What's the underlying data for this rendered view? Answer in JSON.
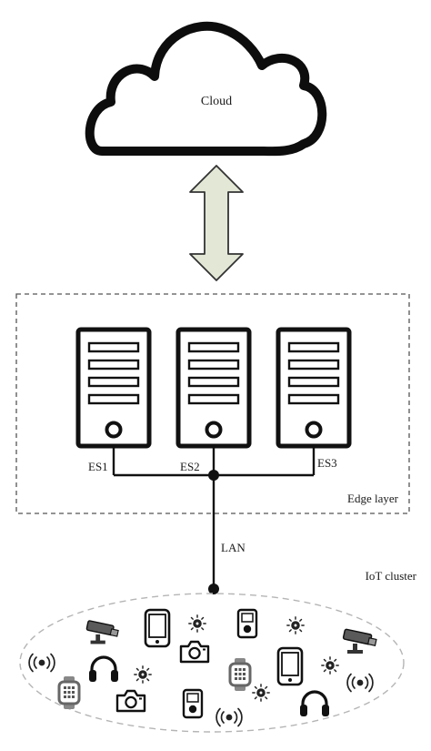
{
  "cloud": {
    "label": "Cloud"
  },
  "edge_layer": {
    "label": "Edge layer",
    "servers": [
      {
        "label": "ES1"
      },
      {
        "label": "ES2"
      },
      {
        "label": "ES3"
      }
    ]
  },
  "network": {
    "label": "LAN"
  },
  "iot_cluster": {
    "label": "IoT cluster",
    "devices": [
      {
        "icon": "cctv-camera-icon"
      },
      {
        "icon": "smartphone-icon"
      },
      {
        "icon": "sensor-icon"
      },
      {
        "icon": "music-player-icon"
      },
      {
        "icon": "sensor-icon"
      },
      {
        "icon": "cctv-camera-icon"
      },
      {
        "icon": "wireless-signal-icon"
      },
      {
        "icon": "headphones-icon"
      },
      {
        "icon": "sensor-icon"
      },
      {
        "icon": "camera-icon"
      },
      {
        "icon": "smartwatch-icon"
      },
      {
        "icon": "smartphone-icon"
      },
      {
        "icon": "sensor-icon"
      },
      {
        "icon": "wireless-signal-icon"
      },
      {
        "icon": "smartwatch-icon"
      },
      {
        "icon": "camera-icon"
      },
      {
        "icon": "music-player-icon"
      },
      {
        "icon": "wireless-signal-icon"
      },
      {
        "icon": "sensor-icon"
      },
      {
        "icon": "headphones-icon"
      }
    ]
  },
  "colors": {
    "arrow_fill": "#e3e8d6",
    "stroke": "#111111",
    "dashed_border": "#555555",
    "ellipse_border": "#bbbbbb"
  }
}
